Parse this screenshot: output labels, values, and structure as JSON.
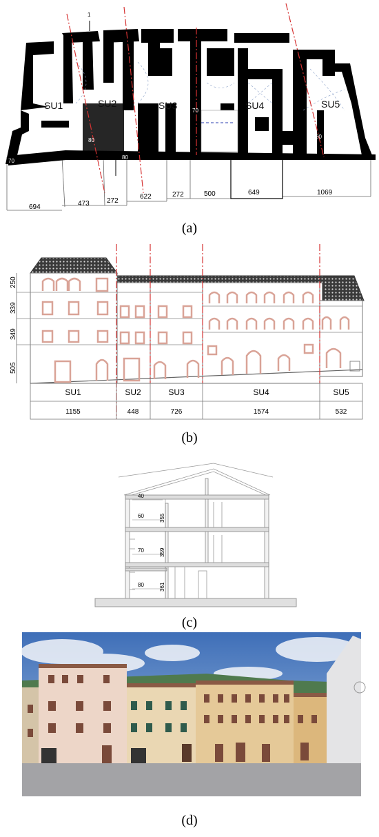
{
  "panel_a": {
    "caption": "(a)",
    "units": [
      "SU1",
      "SU2",
      "SU3",
      "SU4",
      "SU5"
    ],
    "dims": [
      "694",
      "473",
      "272",
      "622",
      "272",
      "500",
      "649",
      "1069"
    ],
    "wall_labels": [
      "70",
      "80",
      "80",
      "70",
      "80",
      "80"
    ],
    "section_marks": [
      "1",
      "1"
    ]
  },
  "panel_b": {
    "caption": "(b)",
    "heights": [
      "250",
      "339",
      "349",
      "505"
    ],
    "units": [
      "SU1",
      "SU2",
      "SU3",
      "SU4",
      "SU5"
    ],
    "widths": [
      "1155",
      "448",
      "726",
      "1574",
      "532"
    ]
  },
  "panel_c": {
    "caption": "(c)",
    "thickness": [
      "40",
      "60",
      "70",
      "80"
    ],
    "heights": [
      "355",
      "359",
      "361"
    ]
  },
  "panel_d": {
    "caption": "(d)"
  }
}
